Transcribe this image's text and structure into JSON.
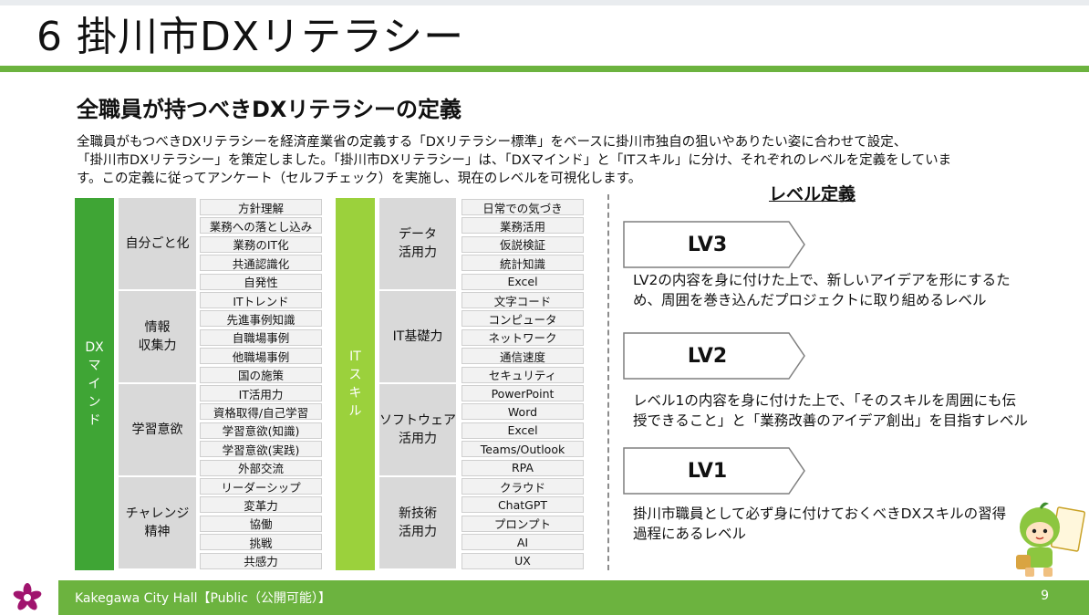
{
  "slide": {
    "title": "6 掛川市DXリテラシー",
    "subtitle": "全職員が持つべきDXリテラシーの定義",
    "intro_lines": [
      "全職員がもつべきDXリテラシーを経済産業省の定義する「DXリテラシー標準」をベースに掛川市独自の狙いやありたい姿に合わせて設定、",
      "「掛川市DXリテラシー」を策定しました。「掛川市DXリテラシー」は、「DXマインド」と「ITスキル」に分け、それぞれのレベルを定義をしていま",
      "す。この定義に従ってアンケート（セルフチェック）を実施し、現在のレベルを可視化します。"
    ]
  },
  "dx_mind": {
    "label": "DX\nマ\nイ\nン\nド",
    "categories": [
      {
        "name": "自分ごと化",
        "items": [
          "方針理解",
          "業務への落とし込み",
          "業務のIT化",
          "共通認識化",
          "自発性"
        ]
      },
      {
        "name": "情報\n収集力",
        "items": [
          "ITトレンド",
          "先進事例知識",
          "自職場事例",
          "他職場事例",
          "国の施策"
        ]
      },
      {
        "name": "学習意欲",
        "items": [
          "IT活用力",
          "資格取得/自己学習",
          "学習意欲(知識)",
          "学習意欲(実践)",
          "外部交流"
        ]
      },
      {
        "name": "チャレンジ\n精神",
        "items": [
          "リーダーシップ",
          "変革力",
          "協働",
          "挑戦",
          "共感力"
        ]
      }
    ]
  },
  "it_skill": {
    "label": "IT\nス\nキ\nル",
    "categories": [
      {
        "name": "データ\n活用力",
        "items": [
          "日常での気づき",
          "業務活用",
          "仮説検証",
          "統計知識",
          "Excel"
        ]
      },
      {
        "name": "IT基礎力",
        "items": [
          "文字コード",
          "コンピュータ",
          "ネットワーク",
          "通信速度",
          "セキュリティ"
        ]
      },
      {
        "name": "ソフトウェア\n活用力",
        "items": [
          "PowerPoint",
          "Word",
          "Excel",
          "Teams/Outlook",
          "RPA"
        ]
      },
      {
        "name": "新技術\n活用力",
        "items": [
          "クラウド",
          "ChatGPT",
          "プロンプト",
          "AI",
          "UX"
        ]
      }
    ]
  },
  "levels": {
    "heading": "レベル定義",
    "items": [
      {
        "label": "LV3",
        "desc_lines": [
          "LV2の内容を身に付けた上で、新しいアイデアを形にするた",
          "め、周囲を巻き込んだプロジェクトに取り組めるレベル"
        ]
      },
      {
        "label": "LV2",
        "desc_lines": [
          "レベル1の内容を身に付けた上で、「そのスキルを周囲にも伝",
          "授できること」と「業務改善のアイデア創出」を目指すレベル"
        ]
      },
      {
        "label": "LV1",
        "desc_lines": [
          "掛川市職員として必ず身に付けておくべきDXスキルの習得",
          "過程にあるレベル"
        ]
      }
    ]
  },
  "footer": {
    "text": "Kakegawa City Hall【Public（公開可能）】",
    "page": "9"
  },
  "colors": {
    "accent_green": "#6cb33f",
    "dx_band": "#3fa535",
    "it_band": "#9bd13c",
    "category_bg": "#d9d9d9",
    "item_bg": "#f2f2f2",
    "logo_magenta": "#a0146e"
  },
  "icons": {
    "logo": "kakegawa-city-emblem-icon",
    "mascot": "kakegawa-mascot-character"
  }
}
